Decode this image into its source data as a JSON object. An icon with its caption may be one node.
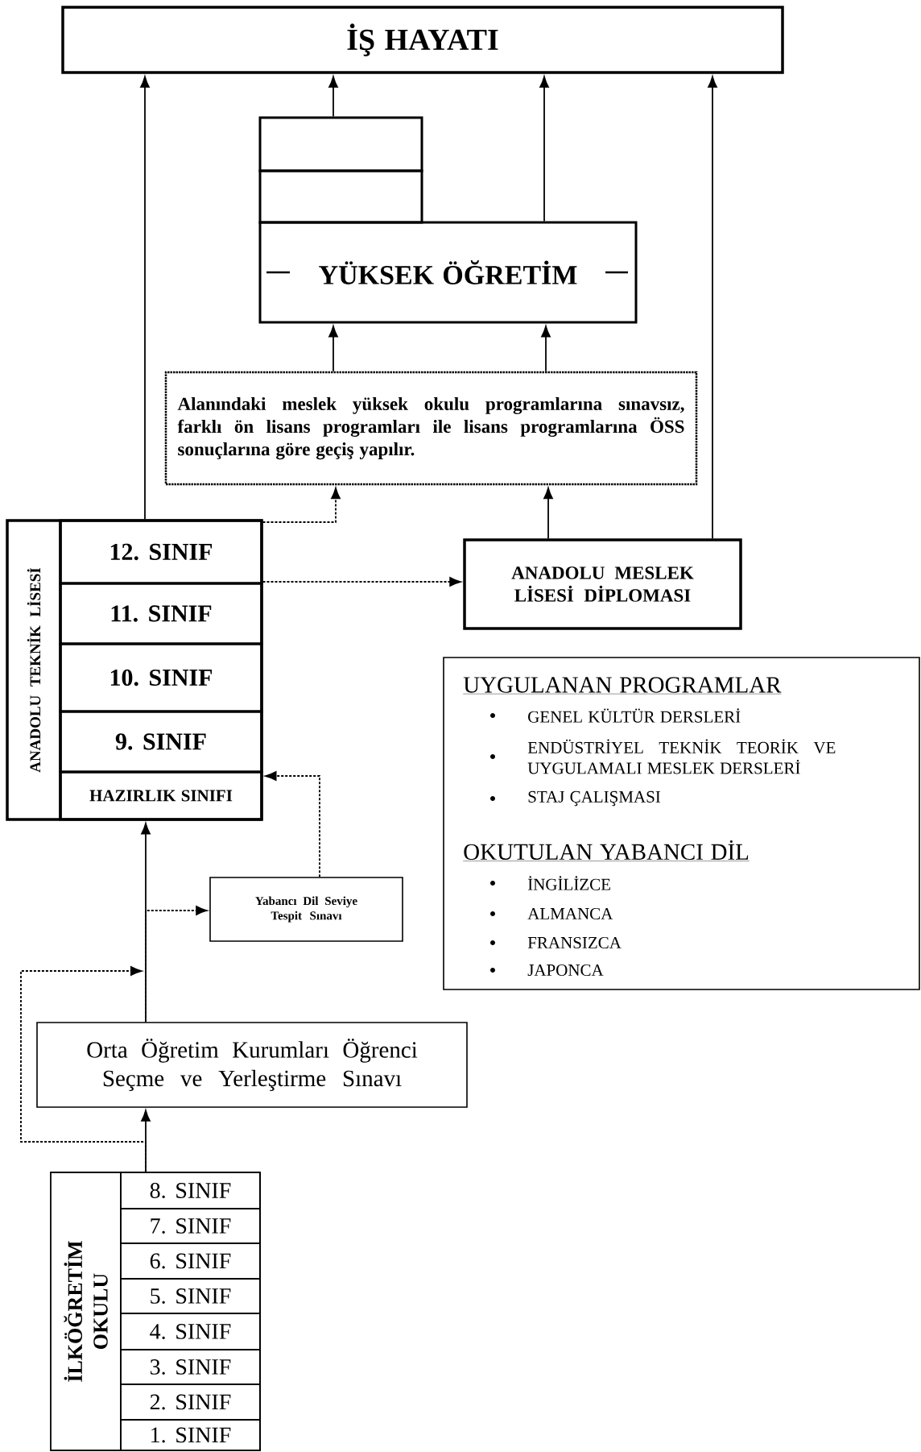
{
  "diagram": {
    "nodes": [
      {
        "text": [
          "İŞ HAYATI"
        ]
      },
      {
        "text": [],
        "shape": "box"
      },
      {
        "text": [],
        "shape": "box"
      },
      {
        "text": [
          "YÜKSEK ÖĞRETİM"
        ]
      },
      {
        "text": [
          "Alanındaki meslek yüksek okulu programlarına sınavsız, farklı ön lisans programları ile lisans programlarına ÖSS sonuçlarına göre geçiş yapılır."
        ]
      },
      {
        "text": [
          "ANADOLU TEKNİK LİSESİ"
        ]
      },
      {
        "text": [
          "12. SINIF"
        ],
        "in": 5
      },
      {
        "text": [
          "11. SINIF"
        ],
        "in": 5
      },
      {
        "text": [
          "10. SINIF"
        ],
        "in": 5
      },
      {
        "text": [
          "9. SINIF"
        ],
        "in": 5
      },
      {
        "text": [
          "HAZIRLIK SINIFI"
        ],
        "in": 5
      },
      {
        "text": [
          "ANADOLU MESLEK LİSESİ DİPLOMASI"
        ]
      },
      {
        "text": [
          "UYGULANAN PROGRAMLAR",
          "GENEL KÜLTÜR DERSLERİ",
          "ENDÜSTRİYEL TEKNİK TEORİK VE UYGULAMALI MESLEK DERSLERİ",
          "STAJ ÇALIŞMASI",
          "OKUTULAN YABANCI DİL",
          "İNGİLİZCE",
          "ALMANCA",
          "FRANSIZCA",
          "JAPONCA"
        ]
      },
      {
        "text": [
          "Yabancı Dil Seviye Tespit Sınavı"
        ]
      },
      {
        "text": [
          "Orta Öğretim Kurumları Öğrenci Seçme ve Yerleştirme Sınavı"
        ]
      },
      {
        "text": [
          "İLKÖĞRETİM OKULU"
        ]
      },
      {
        "text": [
          "8. SINIF"
        ],
        "in": 15
      },
      {
        "text": [
          "7. SINIF"
        ],
        "in": 15
      },
      {
        "text": [
          "6. SINIF"
        ],
        "in": 15
      },
      {
        "text": [
          "5. SINIF"
        ],
        "in": 15
      },
      {
        "text": [
          "4. SINIF"
        ],
        "in": 15
      },
      {
        "text": [
          "3. SINIF"
        ],
        "in": 15
      },
      {
        "text": [
          "2. SINIF"
        ],
        "in": 15
      },
      {
        "text": [
          "1. SINIF"
        ],
        "in": 15
      }
    ],
    "edges": [
      {
        "from": 1,
        "to": 0,
        "arrow": "to"
      },
      {
        "from": 3,
        "to": 0,
        "arrow": "to"
      },
      {
        "from": 4,
        "to": 3,
        "arrow": "to"
      },
      {
        "from": 4,
        "to": 3,
        "arrow": "to"
      },
      {
        "from": 6,
        "to": 0,
        "arrow": "to"
      },
      {
        "from": 6,
        "to": 4,
        "arrow": "to",
        "style": "dashed"
      },
      {
        "from": 11,
        "to": 4,
        "arrow": "to"
      },
      {
        "from": 11,
        "to": 0,
        "arrow": "to"
      },
      {
        "from": 6,
        "to": 11,
        "arrow": "to",
        "style": "dashed"
      },
      {
        "from": 13,
        "to": 10,
        "arrow": "to",
        "style": "dashed"
      },
      {
        "from": 14,
        "to": 10,
        "arrow": "to"
      },
      {
        "from": 14,
        "to": 13,
        "arrow": "to",
        "style": "dashed"
      },
      {
        "from": 16,
        "to": 14,
        "arrow": "to"
      },
      {
        "from": 16,
        "to": null,
        "arrow": "to",
        "style": "dashed"
      }
    ]
  }
}
